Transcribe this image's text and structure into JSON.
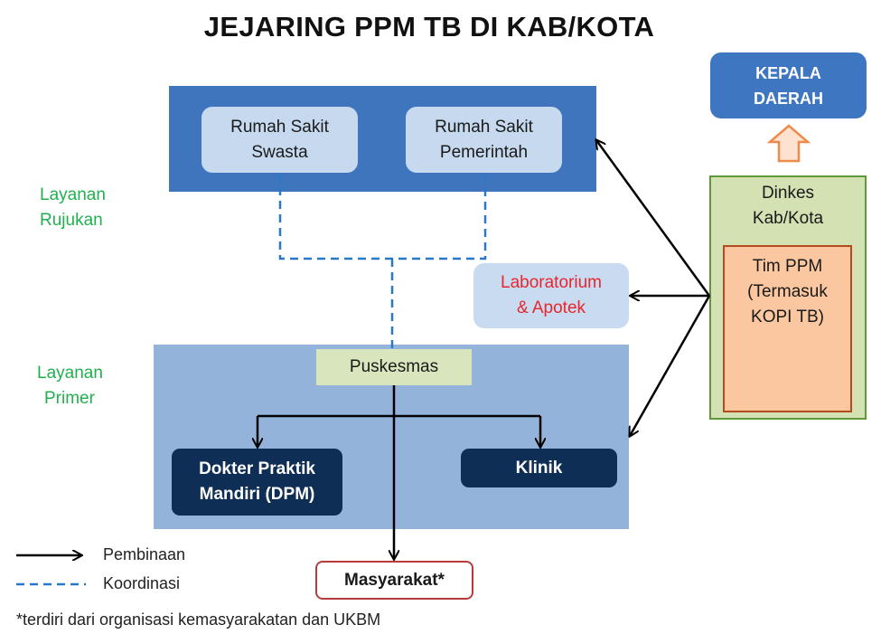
{
  "title": "JEJARING PPM TB DI KAB/KOTA",
  "rujukan": {
    "label_line1": "Layanan",
    "label_line2": "Rujukan",
    "rs_swasta": {
      "line1": "Rumah Sakit",
      "line2": "Swasta"
    },
    "rs_pemerintah": {
      "line1": "Rumah Sakit",
      "line2": "Pemerintah"
    }
  },
  "primer": {
    "label_line1": "Layanan",
    "label_line2": "Primer",
    "puskesmas": "Puskesmas",
    "dpm": {
      "line1": "Dokter Praktik",
      "line2": "Mandiri (DPM)"
    },
    "klinik": "Klinik"
  },
  "lab": {
    "line1": "Laboratorium",
    "line2": "& Apotek"
  },
  "kepala": {
    "line1": "KEPALA",
    "line2": "DAERAH"
  },
  "dinkes": {
    "line1": "Dinkes",
    "line2": "Kab/Kota"
  },
  "tim": {
    "line1": "Tim PPM",
    "line2": "(Termasuk",
    "line3": "KOPI TB)"
  },
  "masyarakat": "Masyarakat*",
  "legend": {
    "pembinaan": "Pembinaan",
    "koordinasi": "Koordinasi"
  },
  "footnote": "*terdiri dari organisasi kemasyarakatan dan UKBM",
  "colors": {
    "panel_top": "#3f75bd",
    "panel_bottom": "#94b3db",
    "dark_box": "#0f2e55",
    "rujukan_label": "#22b04f",
    "lab_text": "#e8262e",
    "dashed_line": "#2a78c9",
    "arrow_up": "#f08a4b"
  }
}
